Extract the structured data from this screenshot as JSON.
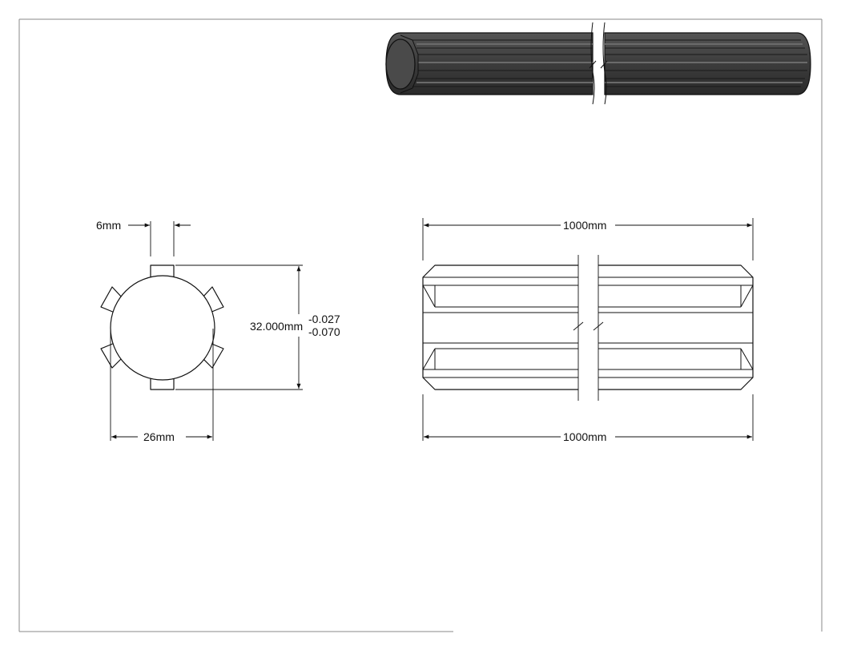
{
  "drawing": {
    "dims": {
      "spline_width": "6mm",
      "major_diameter": "32.000mm",
      "tol_upper": "-0.027",
      "tol_lower": "-0.070",
      "minor_diameter": "26mm",
      "length_top": "1000mm",
      "length_bottom": "1000mm"
    }
  },
  "colors": {
    "ink": "#111111",
    "part_fill": "#ffffff",
    "iso_dark": "#3a3a3a",
    "iso_mid": "#5a5a5a",
    "iso_light": "#7a7a7a",
    "frame": "#888888"
  }
}
